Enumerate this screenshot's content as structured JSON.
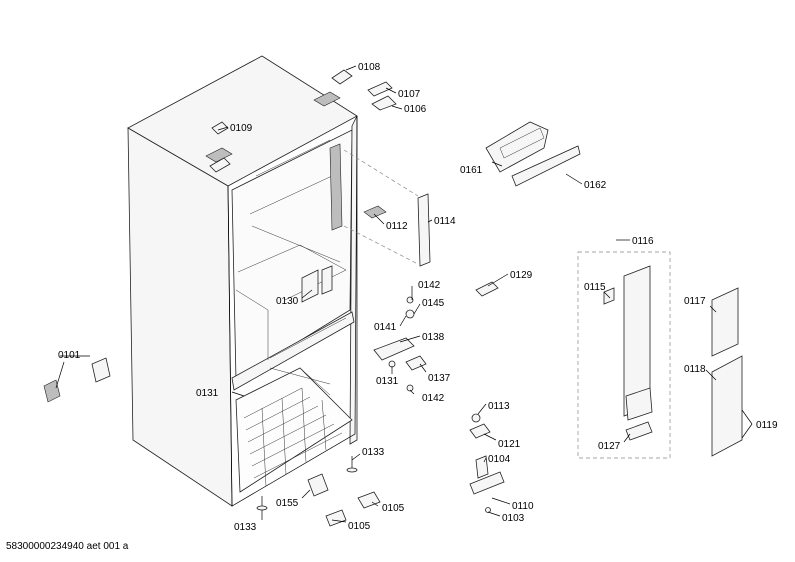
{
  "footer_code": "58300000234940 aet 001 a",
  "labels": {
    "p0108": "0108",
    "p0107": "0107",
    "p0106": "0106",
    "p0109": "0109",
    "p0161": "0161",
    "p0162": "0162",
    "p0112": "0112",
    "p0114": "0114",
    "p0116": "0116",
    "p0129": "0129",
    "p0142a": "0142",
    "p0145": "0145",
    "p0130": "0130",
    "p0141": "0141",
    "p0138": "0138",
    "p0115": "0115",
    "p0117": "0117",
    "p0101": "0101",
    "p0131a": "0131",
    "p0137": "0137",
    "p0131b": "0131",
    "p0142b": "0142",
    "p0118": "0118",
    "p0113": "0113",
    "p0119": "0119",
    "p0121": "0121",
    "p0127": "0127",
    "p0133a": "0133",
    "p0104": "0104",
    "p0155": "0155",
    "p0105a": "0105",
    "p0110": "0110",
    "p0133b": "0133",
    "p0105b": "0105",
    "p0103": "0103"
  }
}
